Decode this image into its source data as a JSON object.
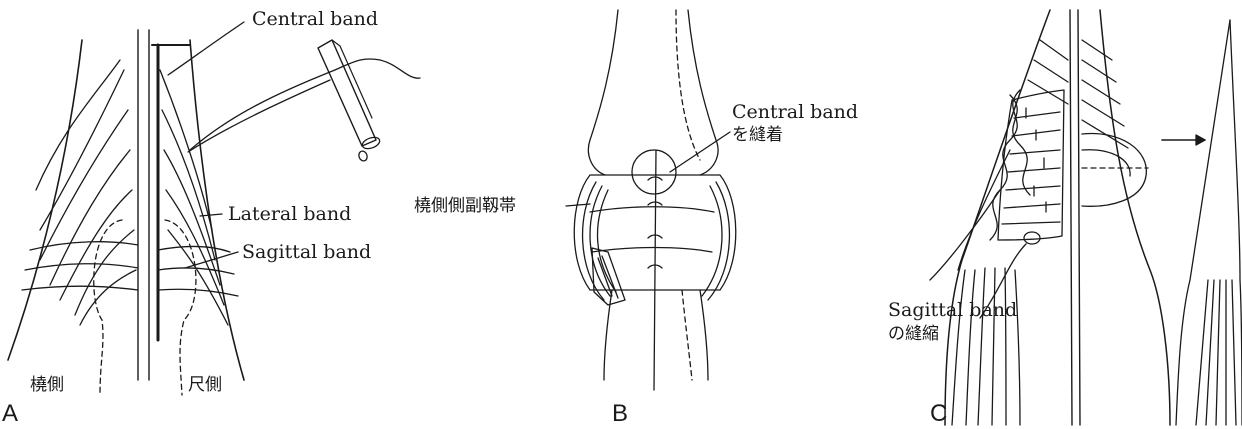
{
  "panels": {
    "a": {
      "letter": "A",
      "radial_side": "橈側",
      "ulnar_side": "尺側"
    },
    "b": {
      "letter": "B"
    },
    "c": {
      "letter": "C"
    }
  },
  "labels": {
    "central_band": "Central band",
    "lateral_band": "Lateral band",
    "sagittal_band": "Sagittal band",
    "central_band_b": "Central band",
    "central_band_b_suture": "を縫着",
    "radial_collateral_ligament": "橈側側副靱帯",
    "sagittal_band_c": "Sagittal band",
    "sagittal_band_c_plication": "の縫縮"
  },
  "colors": {
    "ink": "#1a1a1a",
    "paper": "#ffffff"
  }
}
